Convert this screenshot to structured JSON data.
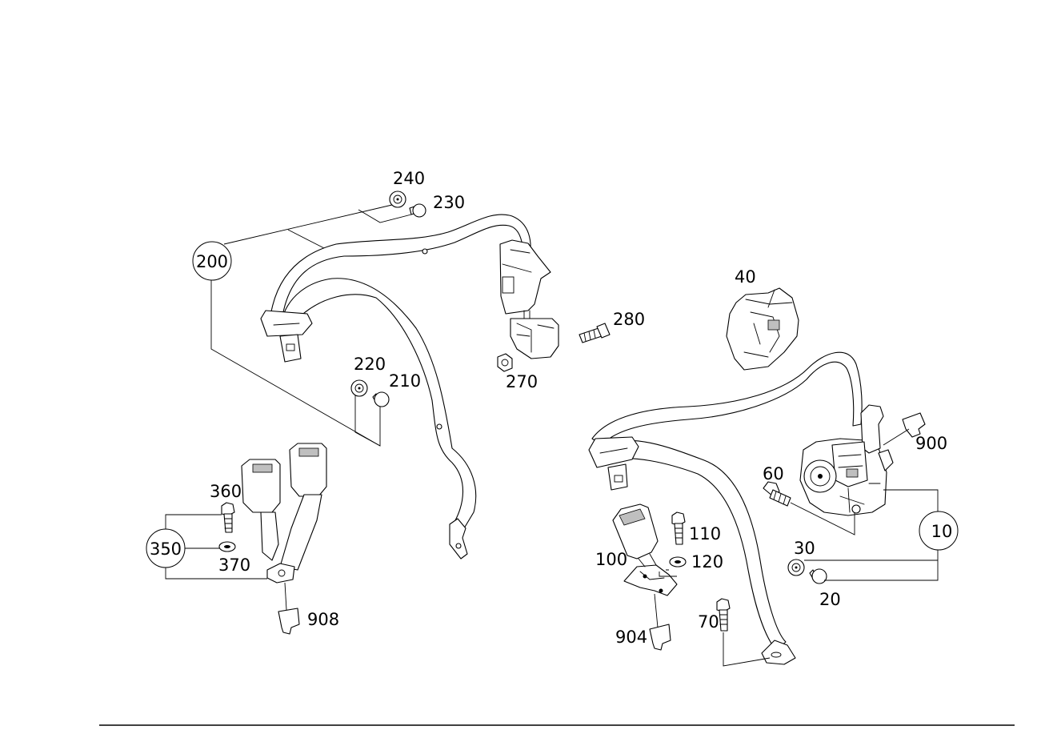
{
  "callouts": {
    "c240": "240",
    "c230": "230",
    "c200": "200",
    "c220": "220",
    "c210": "210",
    "c280": "280",
    "c270": "270",
    "c360": "360",
    "c350": "350",
    "c370": "370",
    "c908": "908",
    "c40": "40",
    "c900": "900",
    "c60": "60",
    "c10": "10",
    "c30": "30",
    "c20": "20",
    "c110": "110",
    "c120": "120",
    "c100": "100",
    "c904": "904",
    "c70": "70"
  },
  "colors": {
    "line": "#000000",
    "background": "#ffffff"
  }
}
